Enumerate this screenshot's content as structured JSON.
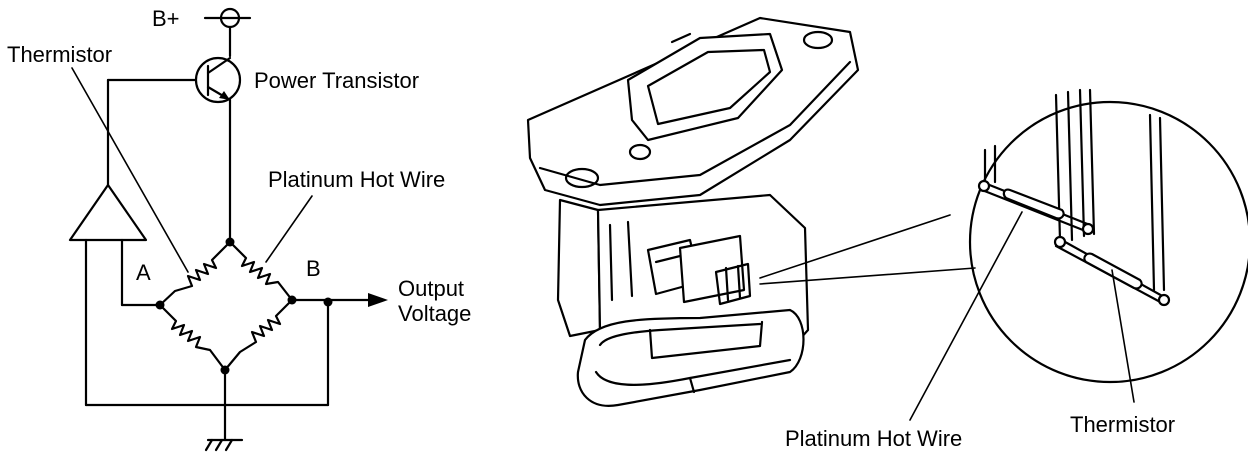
{
  "schematic": {
    "supply_label": "B+",
    "thermistor_label": "Thermistor",
    "transistor_label": "Power Transistor",
    "hot_wire_label": "Platinum Hot Wire",
    "node_a_label": "A",
    "node_b_label": "B",
    "output_label_line1": "Output",
    "output_label_line2": "Voltage"
  },
  "sensor": {
    "hot_wire_label": "Platinum Hot Wire",
    "thermistor_label": "Thermistor"
  }
}
